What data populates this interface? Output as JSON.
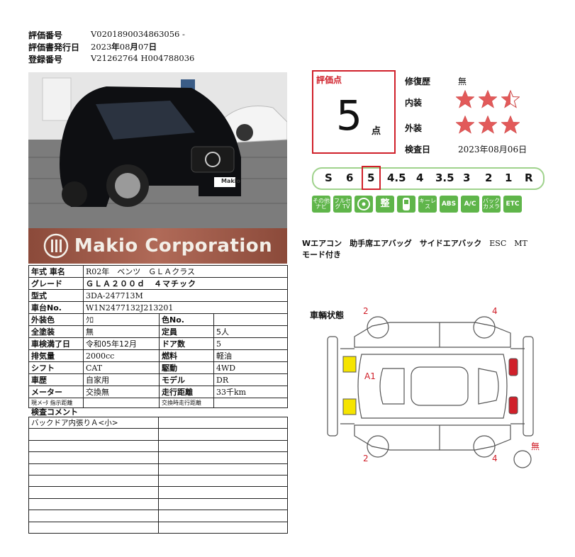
{
  "header": {
    "eval_no_label": "評価番号",
    "eval_no": "V0201890034863056 -",
    "issue_label": "評価書発行日",
    "issue_y": "2023",
    "issue_y_unit": "年",
    "issue_m": "08",
    "issue_m_unit": "月",
    "issue_d": "07",
    "issue_d_unit": "日",
    "reg_label": "登録番号",
    "reg_no": "V21262764 H004788036"
  },
  "photo": {
    "brand": "Makio Corporation",
    "plate_text": "Makio"
  },
  "spec": {
    "rows": [
      {
        "k": "年式 車名",
        "v": "R02年　ベンツ　ＧＬＡクラス"
      },
      {
        "k": "グレード",
        "v": "ＧＬＡ２００ｄ　４マチック"
      },
      {
        "k": "型式",
        "v": "3DA-247713M"
      },
      {
        "k": "車台No.",
        "v": "W1N2477132J213201"
      }
    ],
    "pairs": [
      {
        "k1": "外装色",
        "v1": "ｸﾛ",
        "k2": "色No.",
        "v2": ""
      },
      {
        "k1": "全塗装",
        "v1": "無",
        "k2": "定員",
        "v2": "5人"
      },
      {
        "k1": "車検満了日",
        "v1": "令和05年12月",
        "k2": "ドア数",
        "v2": "5"
      },
      {
        "k1": "排気量",
        "v1": "2000cc",
        "k2": "燃料",
        "v2": "軽油"
      },
      {
        "k1": "シフト",
        "v1": "CAT",
        "k2": "駆動",
        "v2": "4WD"
      },
      {
        "k1": "車歴",
        "v1": "自家用",
        "k2": "モデル",
        "v2": "DR"
      },
      {
        "k1": "メーター",
        "v1": "交換無",
        "k2": "走行距離",
        "v2": "33千km"
      }
    ],
    "small_row": {
      "k1": "現メｰﾀ 指示距離",
      "k2": "交換時走行距離"
    }
  },
  "comments": {
    "title": "検査コメント",
    "lines": [
      "バックドア内張りＡ<小>",
      "",
      "",
      "",
      "",
      "",
      "",
      "",
      "",
      ""
    ]
  },
  "score": {
    "label": "評価点",
    "value": "5",
    "unit": "点"
  },
  "ratings": {
    "repair_label": "修復歴",
    "repair_value": "無",
    "interior_label": "内装",
    "interior_stars": 2.5,
    "exterior_label": "外装",
    "exterior_stars": 3,
    "inspect_label": "検査日",
    "inspect_date": "2023年08月06日"
  },
  "scale": {
    "items": [
      "S",
      "6",
      "5",
      "4.5",
      "4",
      "3.5",
      "3",
      "2",
      "1",
      "R"
    ],
    "selected": "5"
  },
  "equipment_icons": [
    {
      "label": "その他 ナビ"
    },
    {
      "label": "フルセグ TV"
    },
    {
      "label": ""
    },
    {
      "label": "整"
    },
    {
      "label": ""
    },
    {
      "label": "キーレス"
    },
    {
      "label": "ABS"
    },
    {
      "label": "A/C"
    },
    {
      "label": "バック カメラ"
    },
    {
      "label": "ETC"
    }
  ],
  "equipment_text": {
    "line1": "Wエアコン　助手席エアバッグ　サイドエアバック　",
    "line1_latin": "ESC　MT",
    "line2": "モード付き"
  },
  "diagram": {
    "title": "車輌状態",
    "marks": {
      "fl": "2",
      "fr": "4",
      "rl": "2",
      "rr": "4",
      "side": "A1",
      "spare": "無"
    }
  },
  "colors": {
    "accent_red": "#d0202a",
    "green": "#5fb54a",
    "scale_border": "#9fd28c",
    "highlight_yellow": "#f5e400",
    "highlight_red": "#d0202a"
  }
}
